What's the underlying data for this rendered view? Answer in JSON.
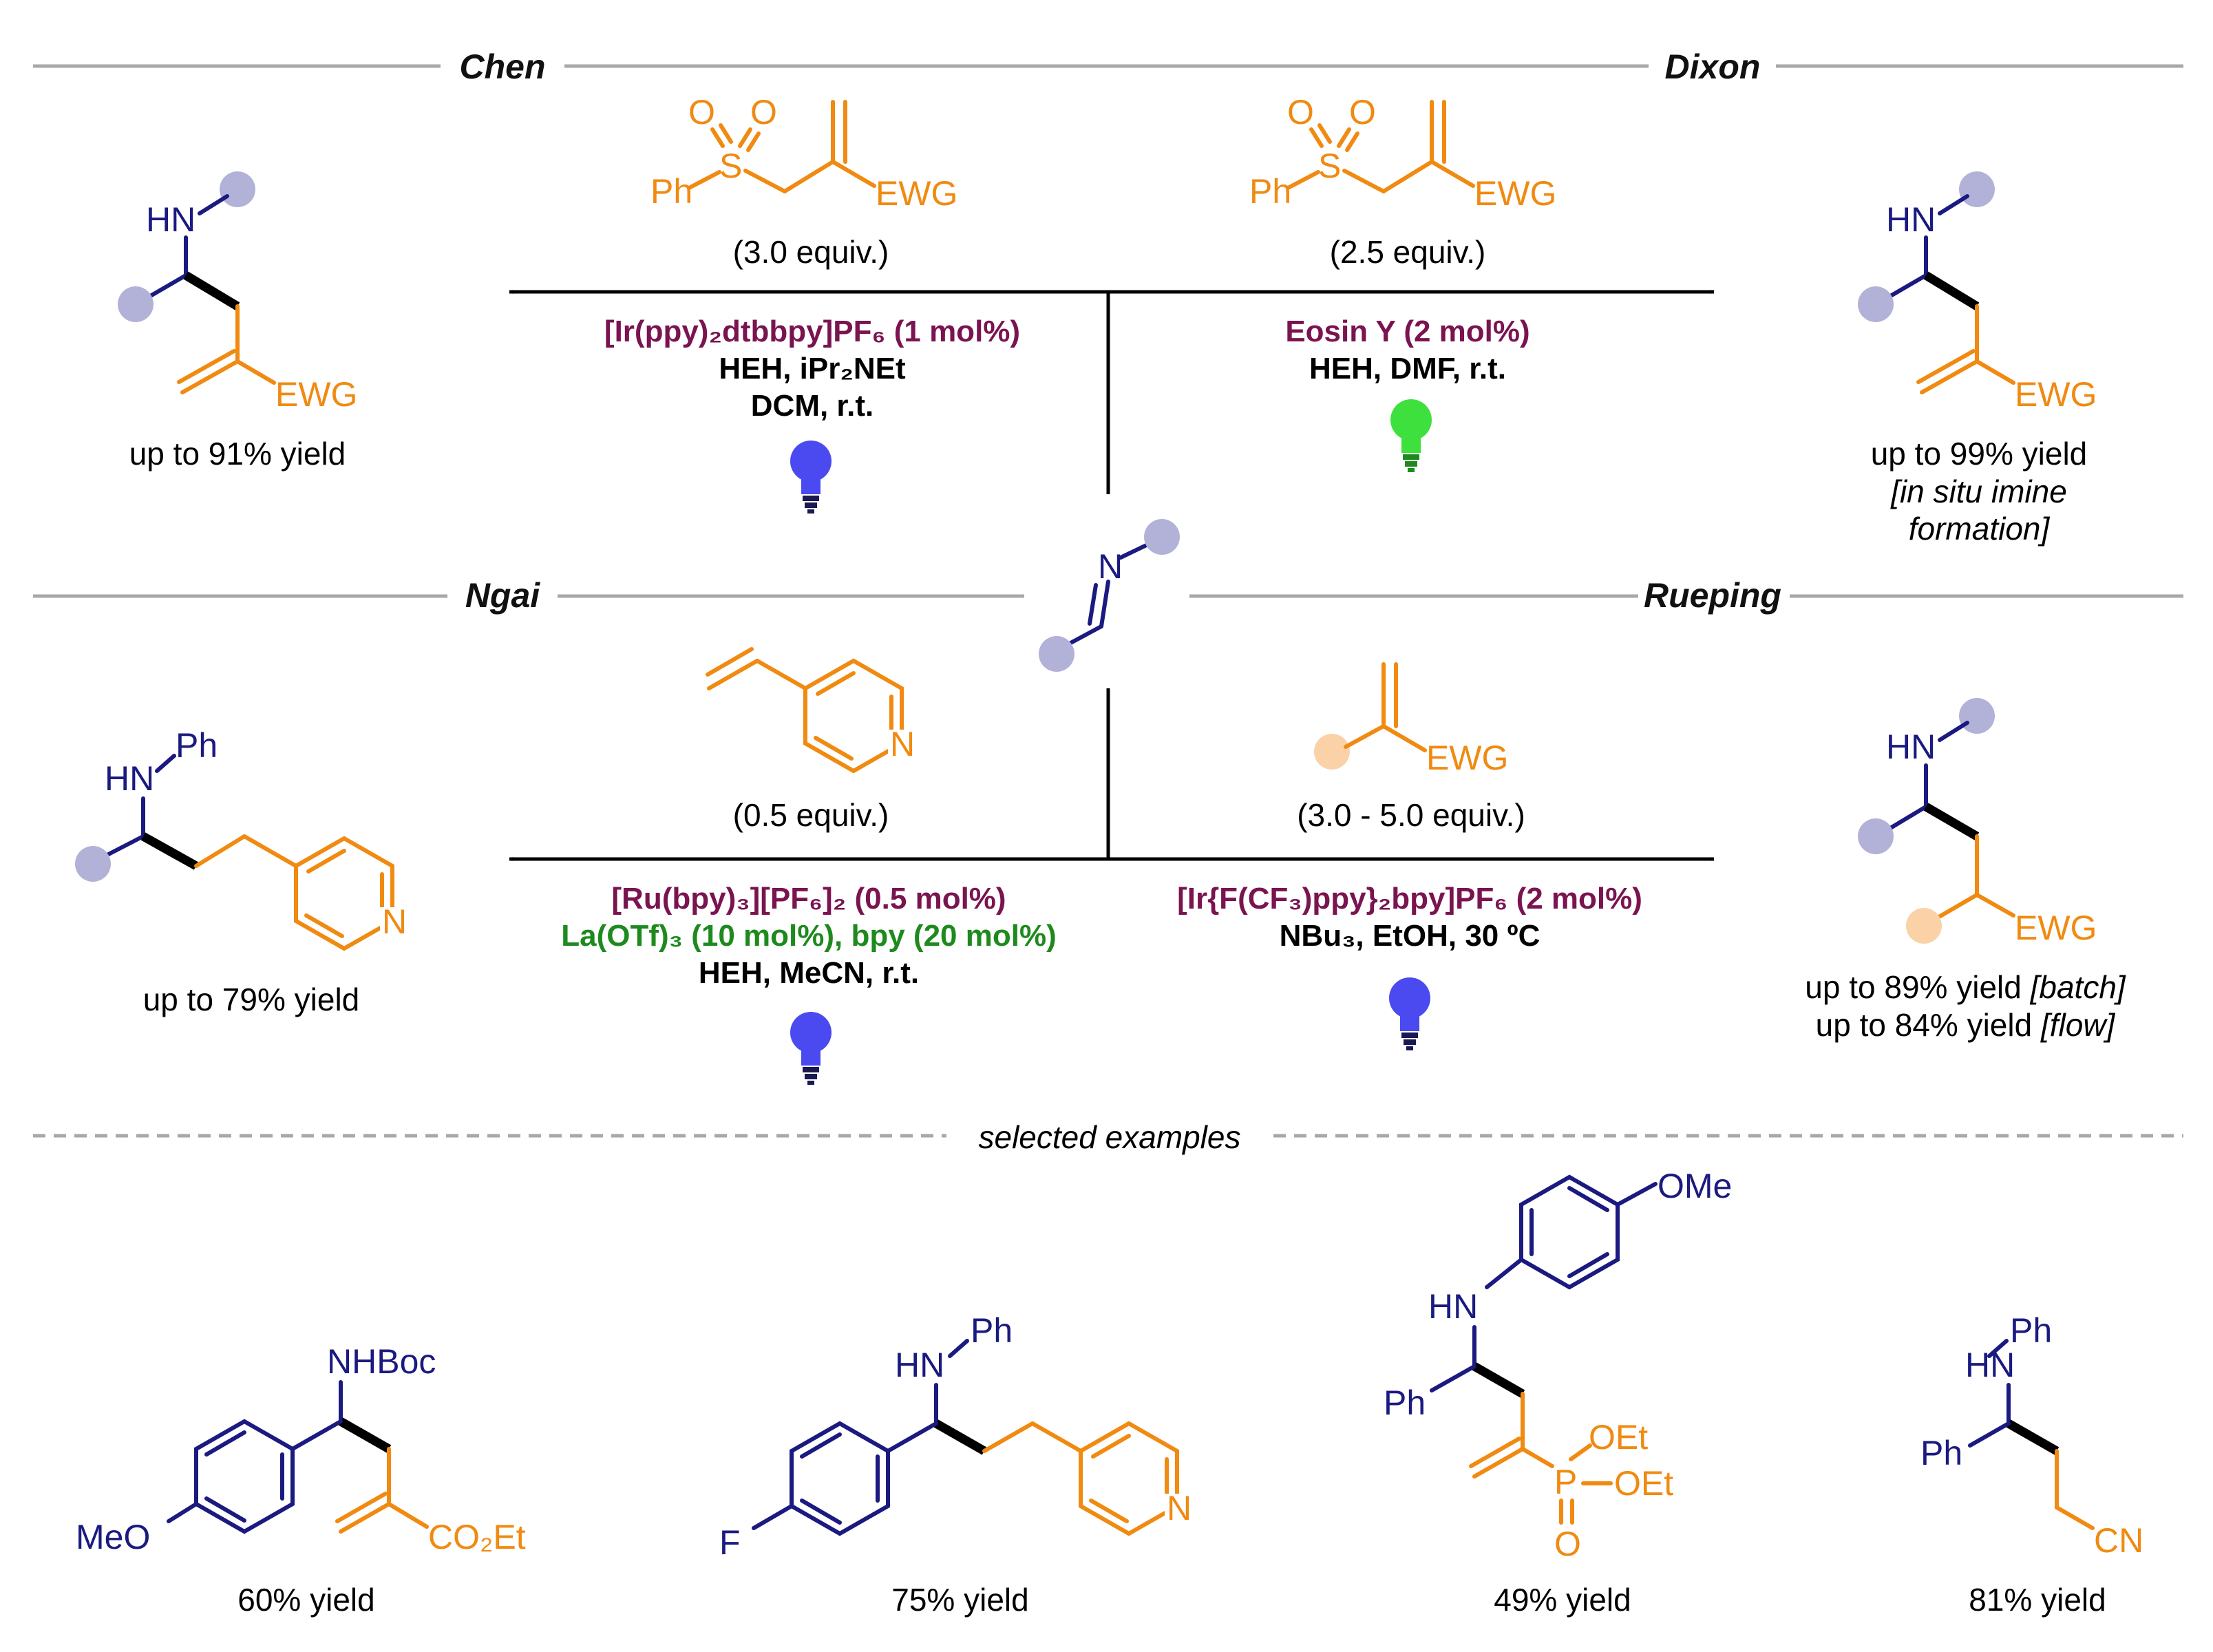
{
  "sections": {
    "chen": "Chen",
    "dixon": "Dixon",
    "ngai": "Ngai",
    "rueping": "Rueping",
    "selected": "selected examples"
  },
  "atoms": {
    "hn": "HN",
    "n": "N",
    "ph": "Ph",
    "ewg": "EWG",
    "o": "O",
    "s": "S",
    "p": "P",
    "nhboc": "NHBoc",
    "meo": "MeO",
    "ome": "OMe",
    "f": "F",
    "oet": "OEt",
    "co2et": "CO₂Et",
    "cn": "CN"
  },
  "chen": {
    "equiv": "(3.0 equiv.)",
    "catalyst": "[Ir(ppy)₂dtbbpy]PF₆ (1 mol%)",
    "conditions_1": "HEH, iPr₂NEt",
    "conditions_2": "DCM, r.t.",
    "yield": "up to 91% yield",
    "light": "blue"
  },
  "dixon": {
    "equiv": "(2.5 equiv.)",
    "catalyst": "Eosin Y (2 mol%)",
    "conditions_1": "HEH, DMF, r.t.",
    "yield": "up to 99% yield",
    "note_1": "[in situ imine",
    "note_2": "formation]",
    "light": "green"
  },
  "ngai": {
    "equiv": "(0.5 equiv.)",
    "catalyst": "[Ru(bpy)₃][PF₆]₂ (0.5 mol%)",
    "lewis_acid": "La(OTf)₃ (10 mol%), bpy (20 mol%)",
    "conditions_1": "HEH, MeCN, r.t.",
    "yield": "up to 79% yield",
    "light": "blue"
  },
  "rueping": {
    "equiv": "(3.0 - 5.0 equiv.)",
    "catalyst": "[Ir{F(CF₃)ppy}₂bpy]PF₆ (2 mol%)",
    "conditions_1": "NBu₃, EtOH, 30 ºC",
    "yield_batch": "up to 89% yield ",
    "batch": "[batch]",
    "yield_flow": "up to 84% yield ",
    "flow": "[flow]",
    "light": "blue"
  },
  "examples": [
    {
      "yield": "60% yield"
    },
    {
      "yield": "75% yield"
    },
    {
      "yield": "49% yield"
    },
    {
      "yield": "81% yield"
    }
  ],
  "colors": {
    "reagent": "#f08a11",
    "amine": "#1a1a80",
    "photocatalyst": "#7a1450",
    "lewis_acid": "#1e8a1e",
    "blue_led": "#4a4af0",
    "green_led": "#3ee03e",
    "substituent_dot": "#b2b2d8",
    "alkene_dot": "#fbd2a8",
    "rule": "#a8a8a8"
  },
  "icons": [
    "blue-lightbulb-icon",
    "green-lightbulb-icon"
  ]
}
